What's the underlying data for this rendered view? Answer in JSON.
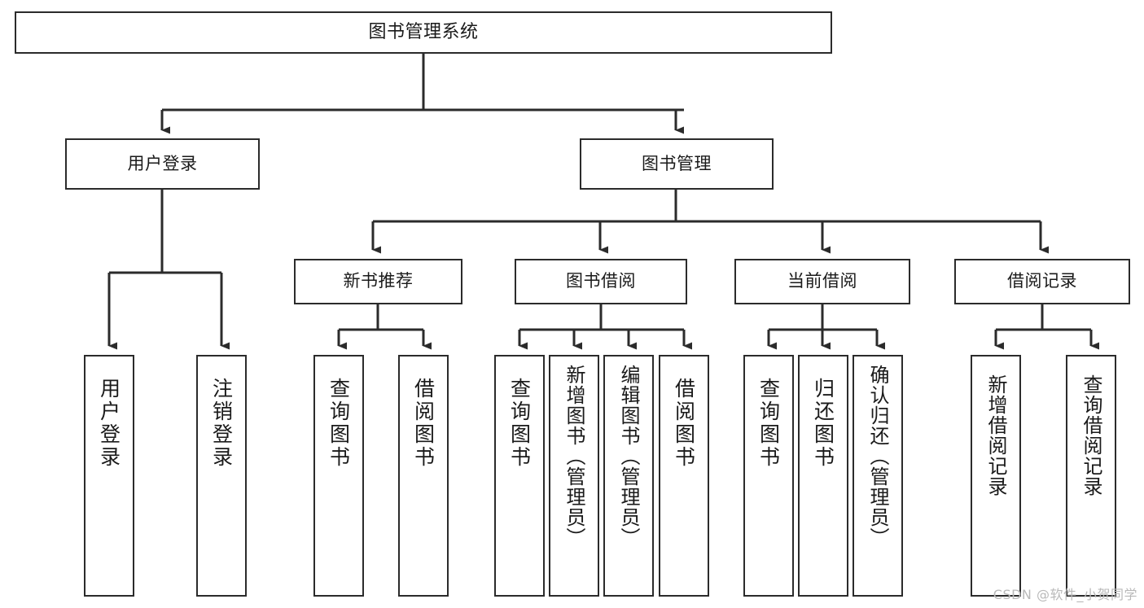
{
  "diagram": {
    "title": "图书管理系统",
    "watermark": "CSDN @软件_小贺同学",
    "colors": {
      "box_border": "#2b2b2b",
      "line": "#2b2b2b",
      "background": "#ffffff",
      "watermark": "#b9b9b9"
    },
    "levels": {
      "root": [
        "图书管理系统"
      ],
      "level2": [
        "用户登录",
        "图书管理"
      ],
      "level3": [
        "新书推荐",
        "图书借阅",
        "当前借阅",
        "借阅记录"
      ]
    },
    "nodes": {
      "root": "图书管理系统",
      "user_login": "用户登录",
      "book_manage": "图书管理",
      "new_book_rec": "新书推荐",
      "book_borrow": "图书借阅",
      "current_borrow": "当前借阅",
      "borrow_record": "借阅记录",
      "leaf_user_login": "用户登录",
      "leaf_user_logout": "注销登录",
      "leaf_query_book_1": "查询图书",
      "leaf_borrow_book_1": "借阅图书",
      "leaf_query_book_2": "查询图书",
      "leaf_add_book": "新增图书（管理员）",
      "leaf_edit_book": "编辑图书（管理员）",
      "leaf_borrow_book_2": "借阅图书",
      "leaf_query_book_3": "查询图书",
      "leaf_return_book": "归还图书",
      "leaf_confirm_return": "确认归还（管理员）",
      "leaf_add_record": "新增借阅记录",
      "leaf_query_record": "查询借阅记录"
    }
  }
}
